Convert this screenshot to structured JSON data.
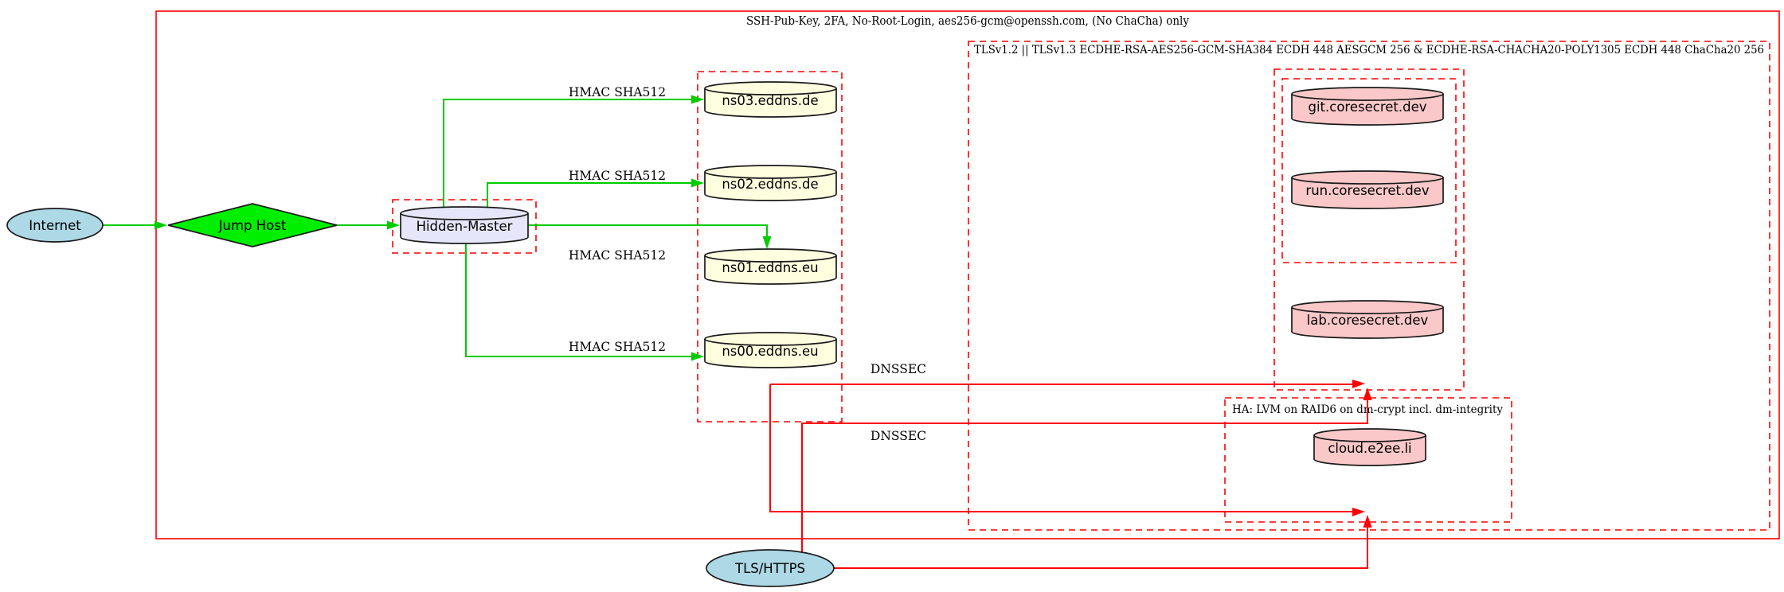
{
  "diagram": {
    "clusters": {
      "ssh": {
        "label": "SSH-Pub-Key, 2FA, No-Root-Login, aes256-gcm@openssh.com, (No ChaCha) only",
        "border": "solid",
        "color": "#ff0000"
      },
      "tls": {
        "label": "TLSv1.2 || TLSv1.3 ECDHE-RSA-AES256-GCM-SHA384 ECDH 448 AESGCM 256 & ECDHE-RSA-CHACHA20-POLY1305 ECDH 448 ChaCha20 256",
        "border": "dashed",
        "color": "#ff0000"
      },
      "hidden_master_box": {
        "label": "",
        "border": "dashed",
        "color": "#ff0000"
      },
      "nameserver_box": {
        "label": "",
        "border": "dashed",
        "color": "#ff0000"
      },
      "coresecret_outer_box": {
        "label": "",
        "border": "dashed",
        "color": "#ff0000"
      },
      "coresecret_inner_box": {
        "label": "",
        "border": "dashed",
        "color": "#ff0000"
      },
      "ha": {
        "label": "HA: LVM on RAID6 on dm-crypt incl. dm-integrity",
        "border": "dashed",
        "color": "#ff0000"
      }
    },
    "nodes": {
      "internet": {
        "label": "Internet",
        "shape": "ellipse",
        "fill": "#add8e6"
      },
      "jump_host": {
        "label": "Jump Host",
        "shape": "diamond",
        "fill": "#00ee00"
      },
      "hidden_master": {
        "label": "Hidden-Master",
        "shape": "cylinder",
        "fill": "#e6e6fa"
      },
      "ns03": {
        "label": "ns03.eddns.de",
        "shape": "cylinder",
        "fill": "#ffffe0"
      },
      "ns02": {
        "label": "ns02.eddns.de",
        "shape": "cylinder",
        "fill": "#ffffe0"
      },
      "ns01": {
        "label": "ns01.eddns.eu",
        "shape": "cylinder",
        "fill": "#ffffe0"
      },
      "ns00": {
        "label": "ns00.eddns.eu",
        "shape": "cylinder",
        "fill": "#ffffe0"
      },
      "git": {
        "label": "git.coresecret.dev",
        "shape": "cylinder",
        "fill": "#fac8c8"
      },
      "run": {
        "label": "run.coresecret.dev",
        "shape": "cylinder",
        "fill": "#fac8c8"
      },
      "lab": {
        "label": "lab.coresecret.dev",
        "shape": "cylinder",
        "fill": "#fac8c8"
      },
      "cloud": {
        "label": "cloud.e2ee.li",
        "shape": "cylinder",
        "fill": "#fac8c8"
      },
      "tls_https": {
        "label": "TLS/HTTPS",
        "shape": "ellipse",
        "fill": "#add8e6"
      }
    },
    "edges": [
      {
        "from": "Internet",
        "to": "Jump Host",
        "label": "",
        "color": "#00cc00"
      },
      {
        "from": "Jump Host",
        "to": "Hidden-Master",
        "label": "",
        "color": "#00cc00"
      },
      {
        "from": "Hidden-Master",
        "to": "ns03.eddns.de",
        "label": "HMAC SHA512",
        "color": "#00cc00"
      },
      {
        "from": "Hidden-Master",
        "to": "ns02.eddns.de",
        "label": "HMAC SHA512",
        "color": "#00cc00"
      },
      {
        "from": "Hidden-Master",
        "to": "ns01.eddns.eu",
        "label": "HMAC SHA512",
        "color": "#00cc00"
      },
      {
        "from": "Hidden-Master",
        "to": "ns00.eddns.eu",
        "label": "HMAC SHA512",
        "color": "#00cc00"
      },
      {
        "from": "ns00.eddns.eu",
        "to": "coresecret-cluster",
        "label": "DNSSEC",
        "color": "#ff0000"
      },
      {
        "from": "ns00.eddns.eu",
        "to": "ha-cluster",
        "label": "DNSSEC",
        "color": "#ff0000"
      },
      {
        "from": "TLS/HTTPS",
        "to": "coresecret-cluster",
        "label": "",
        "color": "#ff0000"
      },
      {
        "from": "TLS/HTTPS",
        "to": "ha-cluster",
        "label": "",
        "color": "#ff0000"
      }
    ],
    "colors": {
      "edge_green": "#00cc00",
      "edge_red": "#ff0000",
      "node_blue": "#add8e6",
      "node_green": "#00ee00",
      "node_lavender": "#e6e6fa",
      "node_yellow": "#ffffe0",
      "node_pink": "#fac8c8"
    }
  }
}
